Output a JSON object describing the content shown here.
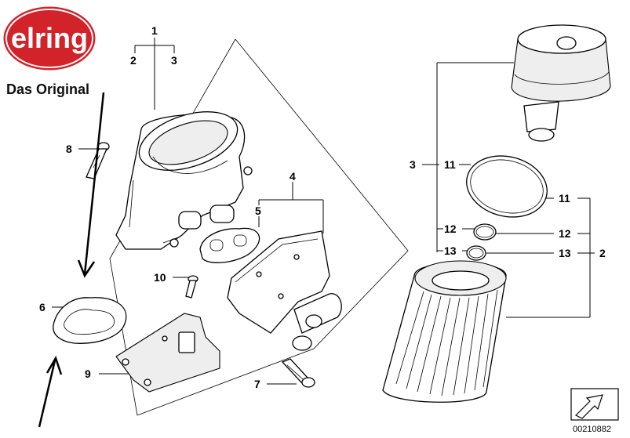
{
  "brand": {
    "logo_text": "elring",
    "tagline": "Das Original",
    "logo_color": "#d2232a"
  },
  "callouts": {
    "c1": "1",
    "c2a": "2",
    "c3a": "3",
    "c4": "4",
    "c5": "5",
    "c6": "6",
    "c7": "7",
    "c8": "8",
    "c9": "9",
    "c10": "10",
    "c3b": "3",
    "c11a": "11",
    "c11b": "11",
    "c12a": "12",
    "c12b": "12",
    "c13a": "13",
    "c13b": "13",
    "c2b": "2"
  },
  "diagram_number": "00210882",
  "annotation_color": "#000000"
}
